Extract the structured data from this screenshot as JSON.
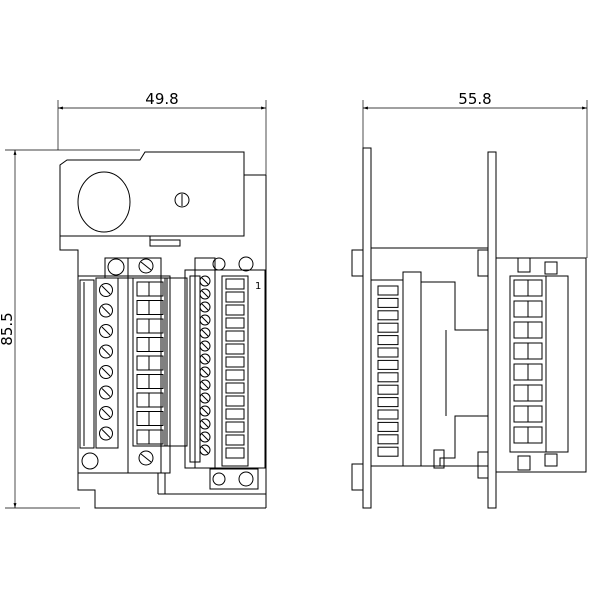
{
  "dimensions": {
    "front_width": "49.8",
    "side_width": "55.8",
    "height": "85.5"
  },
  "terminal_marker": "1",
  "colors": {
    "line": "#000000",
    "background": "#ffffff"
  }
}
